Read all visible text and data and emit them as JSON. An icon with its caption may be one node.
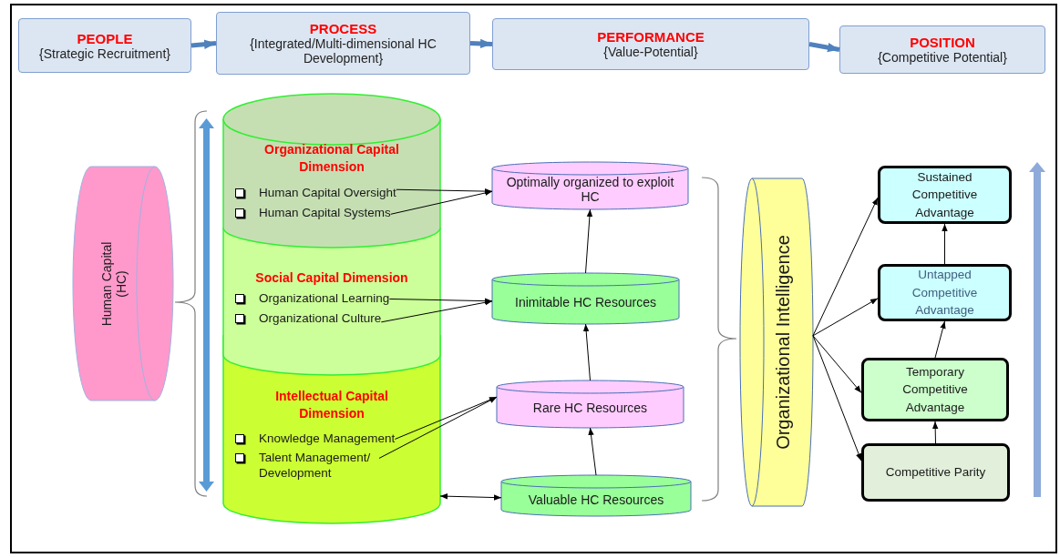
{
  "diagram": {
    "nodes": [
      {
        "text": [
          "PEOPLE",
          "{Strategic Recruitment}"
        ]
      },
      {
        "text": [
          "PROCESS",
          "{Integrated/Multi-dimensional HC Development}"
        ]
      },
      {
        "text": [
          "PERFORMANCE",
          "{Value-Potential}"
        ]
      },
      {
        "text": [
          "POSITION",
          "{Competitive Potential}"
        ]
      },
      {
        "text": [
          "Human Capital (HC)"
        ]
      },
      {
        "text": [
          "Organizational Capital Dimension"
        ]
      },
      {
        "text": [
          "Human Capital Oversight"
        ],
        "in": 5
      },
      {
        "text": [
          "Human Capital Systems"
        ],
        "in": 5
      },
      {
        "text": [
          "Social Capital Dimension"
        ]
      },
      {
        "text": [
          "Organizational Learning"
        ],
        "in": 8
      },
      {
        "text": [
          "Organizational Culture"
        ],
        "in": 8
      },
      {
        "text": [
          "Intellectual Capital Dimension"
        ]
      },
      {
        "text": [
          "Knowledge Management"
        ],
        "in": 11
      },
      {
        "text": [
          "Talent Management/ Development"
        ],
        "in": 11
      },
      {
        "text": [
          "Optimally organized to exploit HC"
        ]
      },
      {
        "text": [
          "Inimitable HC Resources"
        ]
      },
      {
        "text": [
          "Rare HC Resources"
        ]
      },
      {
        "text": [
          "Valuable HC Resources"
        ]
      },
      {
        "text": [
          "Organizational Intelligence"
        ]
      },
      {
        "text": [
          "Sustained Competitive Advantage"
        ]
      },
      {
        "text": [
          "Untapped Competitive Advantage"
        ]
      },
      {
        "text": [
          "Temporary Competitive Advantage"
        ]
      },
      {
        "text": [
          "Competitive Parity"
        ]
      }
    ],
    "edges": [
      {
        "from": 0,
        "to": 1,
        "arrow": "to",
        "style": "thick",
        "color": "#4f81bd"
      },
      {
        "from": 1,
        "to": 2,
        "arrow": "to",
        "style": "thick",
        "color": "#4f81bd"
      },
      {
        "from": 2,
        "to": 3,
        "arrow": "to",
        "style": "thick",
        "color": "#4f81bd"
      },
      {
        "from": 6,
        "to": 14,
        "arrow": "to"
      },
      {
        "from": 7,
        "to": 14,
        "arrow": "to"
      },
      {
        "from": 9,
        "to": 15,
        "arrow": "to"
      },
      {
        "from": 10,
        "to": 15,
        "arrow": "to"
      },
      {
        "from": 12,
        "to": 16,
        "arrow": "to"
      },
      {
        "from": 13,
        "to": 16,
        "arrow": "to"
      },
      {
        "from": 17,
        "to": 16,
        "arrow": "to"
      },
      {
        "from": 16,
        "to": 15,
        "arrow": "to"
      },
      {
        "from": 15,
        "to": 14,
        "arrow": "to"
      },
      {
        "from": 11,
        "to": 17,
        "arrow": "both"
      },
      {
        "from": 18,
        "to": 19,
        "arrow": "to"
      },
      {
        "from": 18,
        "to": 20,
        "arrow": "to"
      },
      {
        "from": 18,
        "to": 21,
        "arrow": "to"
      },
      {
        "from": 18,
        "to": 22,
        "arrow": "to"
      },
      {
        "from": 22,
        "to": 21,
        "arrow": "to"
      },
      {
        "from": 21,
        "to": 20,
        "arrow": "to"
      },
      {
        "from": 20,
        "to": 19,
        "arrow": "to"
      }
    ]
  }
}
